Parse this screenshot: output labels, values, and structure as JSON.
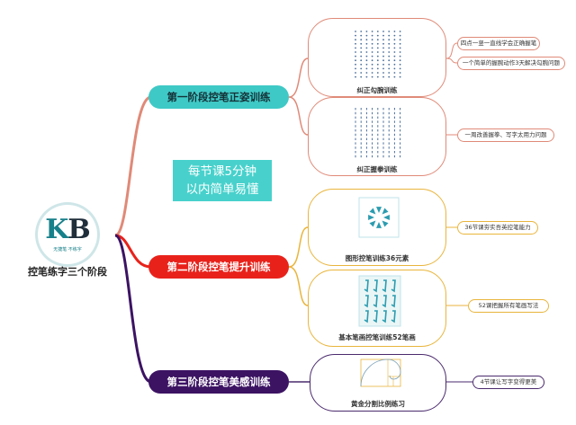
{
  "root": {
    "logo_text_k": "K",
    "logo_text_b": "B",
    "logo_tagline": "无捷笔   不练字",
    "title": "控笔练字三个阶段"
  },
  "callout": {
    "line1": "每节课5分钟",
    "line2": "以内简单易懂"
  },
  "stages": [
    {
      "label": "第一阶段控笔正姿训练",
      "color": "#3fc9c6",
      "cards": [
        {
          "label": "纠正勾腕训练",
          "icon": "dot-grid-icon",
          "notes": [
            "四点一竖一直线学会正确握笔",
            "一个简单的握腕动作3天解决勾腕问题"
          ]
        },
        {
          "label": "纠正握拳训练",
          "icon": "stroke-grid-icon",
          "notes": [
            "一周改善握拳、写字太用力问题"
          ]
        }
      ]
    },
    {
      "label": "第二阶段控笔提升训练",
      "color": "#e8221b",
      "cards": [
        {
          "label": "图形控笔训练36元素",
          "icon": "radial-figure-icon",
          "notes": [
            "36节课夯实吾英控笔能力"
          ]
        },
        {
          "label": "基本笔画控笔训练52笔画",
          "icon": "stroke-practice-icon",
          "notes": [
            "52课把握所有笔画写法"
          ]
        }
      ]
    },
    {
      "label": "第三阶段控笔美感训练",
      "color": "#3c1363",
      "cards": [
        {
          "label": "黄金分割比例练习",
          "icon": "golden-spiral-icon",
          "notes": [
            "4节课让写字变得更美"
          ]
        }
      ]
    }
  ],
  "colors": {
    "teal": "#3fc9c6",
    "salmon": "#e08a78",
    "gold": "#e9b53c",
    "purple": "#3c1363",
    "red": "#e8221b"
  }
}
